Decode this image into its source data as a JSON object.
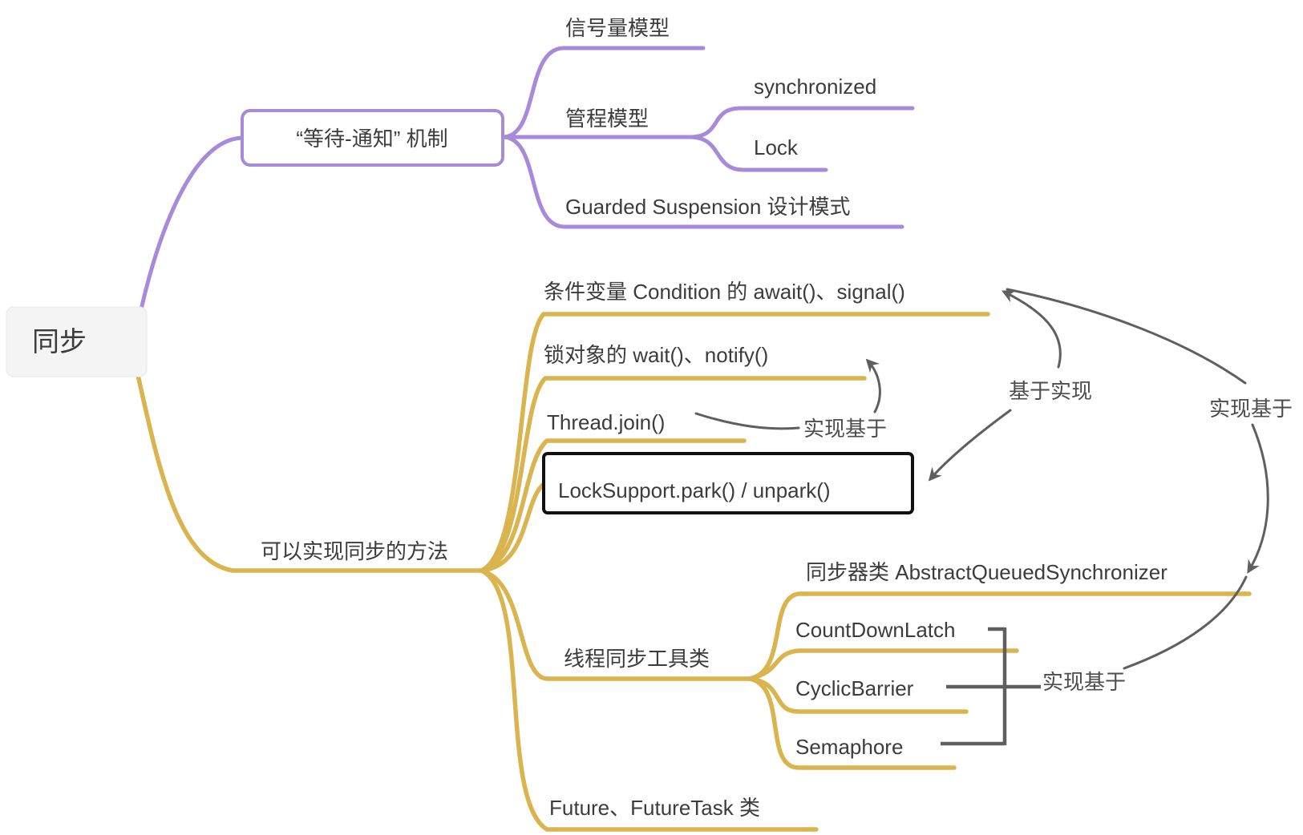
{
  "colors": {
    "purple": "#a78ad8",
    "yellow": "#d9b44f",
    "gray": "#5f5f5f",
    "text": "#3c3c3c",
    "bg": "#ffffff",
    "rootfill": "#f4f4f5"
  },
  "root": {
    "label": "同步"
  },
  "branches": {
    "wait_notify": {
      "label": "“等待-通知” 机制",
      "children": {
        "semaphore_model": "信号量模型",
        "monitor_model": "管程模型",
        "synchronized": "synchronized",
        "lock": "Lock",
        "guarded_suspension": "Guarded Suspension 设计模式"
      }
    },
    "sync_methods": {
      "label": "可以实现同步的方法",
      "children": {
        "condition": "条件变量 Condition 的 await()、signal()",
        "object_wait_notify": "锁对象的 wait()、notify()",
        "thread_join": "Thread.join()",
        "lock_support": "LockSupport.park() / unpark()",
        "tool_classes": "线程同步工具类",
        "aqs": "同步器类 AbstractQueuedSynchronizer",
        "countdownlatch": "CountDownLatch",
        "cyclicbarrier": "CyclicBarrier",
        "semaphore": "Semaphore",
        "future": "Future、FutureTask 类"
      }
    }
  },
  "relations": {
    "join_based_on_wait_notify": {
      "label": "实现基于"
    },
    "condition_based_on_locksupport": {
      "label": "基于实现"
    },
    "condition_based_on_aqs": {
      "label": "实现基于"
    },
    "tools_based_on_aqs": {
      "label": "实现基于"
    }
  }
}
